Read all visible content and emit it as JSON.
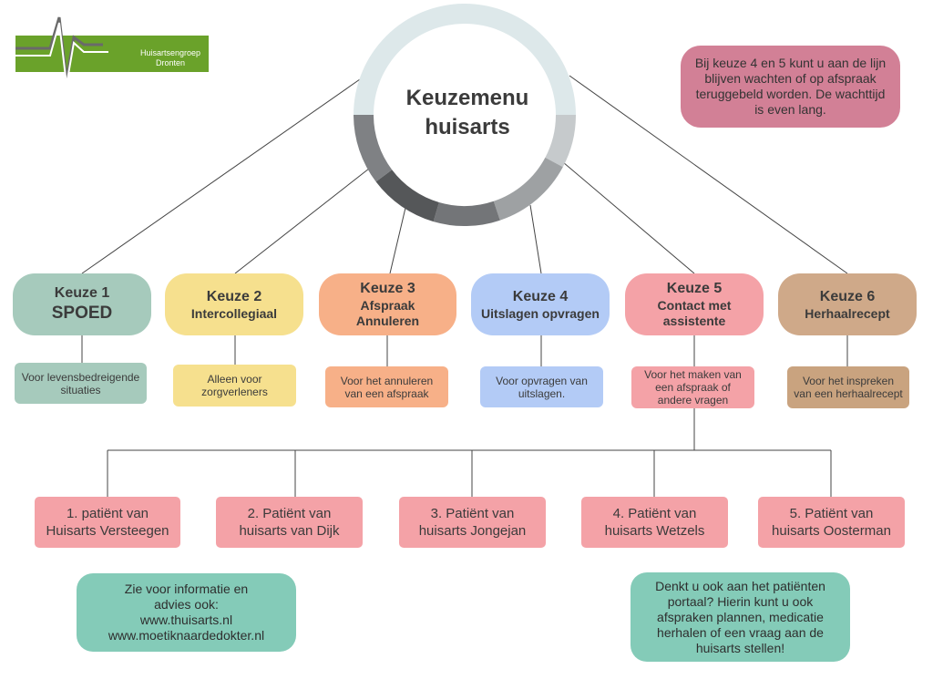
{
  "logo": {
    "text": "Huisartsengroep\nDronten",
    "line1": "Huisartsengroep",
    "line2": "Dronten"
  },
  "title": {
    "line1": "Keuzemenu",
    "line2": "huisarts"
  },
  "note_top": "Bij keuze 4 en 5 kunt u aan de lijn blijven wachten of op afspraak teruggebeld worden. De wachttijd is even lang.",
  "colors": {
    "keuze1": "#a6cabc",
    "keuze2": "#f6e08e",
    "keuze3": "#f7b088",
    "keuze4": "#b3cbf6",
    "keuze5": "#f4a2a7",
    "keuze6": "#cfa989",
    "desc1": "#a6cabc",
    "desc2": "#f6e08e",
    "desc3": "#f7b088",
    "desc4": "#b3cbf6",
    "desc5": "#f4a2a7",
    "desc6": "#c9a37f",
    "doctor": "#f4a2a7",
    "info": "#84cbb8",
    "note": "#d28096",
    "ring_light": "#dde8ea"
  },
  "choices": [
    {
      "keuze": "Keuze 1",
      "label": "SPOED",
      "desc": "Voor levensbedreigende situaties"
    },
    {
      "keuze": "Keuze 2",
      "label": "Intercollegiaal",
      "desc": "Alleen voor zorgverleners"
    },
    {
      "keuze": "Keuze 3",
      "label": "Afspraak Annuleren",
      "label1": "Afspraak",
      "label2": "Annuleren",
      "desc": "Voor het annuleren van een afspraak"
    },
    {
      "keuze": "Keuze 4",
      "label": "Uitslagen opvragen",
      "desc": "Voor opvragen van uitslagen."
    },
    {
      "keuze": "Keuze 5",
      "label": "Contact met assistente",
      "label1": "Contact met",
      "label2": "assistente",
      "desc": "Voor het maken van een afspraak of andere vragen"
    },
    {
      "keuze": "Keuze 6",
      "label": "Herhaalrecept",
      "desc": "Voor het inspreken van een herhaalrecept"
    }
  ],
  "doctors": [
    {
      "line1": "1. patiënt van",
      "line2": "Huisarts Versteegen"
    },
    {
      "line1": "2. Patiënt van",
      "line2": "huisarts van Dijk"
    },
    {
      "line1": "3. Patiënt van",
      "line2": "huisarts Jongejan"
    },
    {
      "line1": "4. Patiënt van",
      "line2": "huisarts Wetzels"
    },
    {
      "line1": "5. Patiënt van",
      "line2": "huisarts Oosterman"
    }
  ],
  "info_left": {
    "line1": "Zie voor informatie en",
    "line2": "advies ook:",
    "line3": "www.thuisarts.nl",
    "line4": "www.moetiknaardedokter.nl"
  },
  "info_right": "Denkt u ook aan het patiënten portaal? Hierin kunt u ook afspraken plannen, medicatie herhalen of een vraag aan de huisarts stellen!"
}
